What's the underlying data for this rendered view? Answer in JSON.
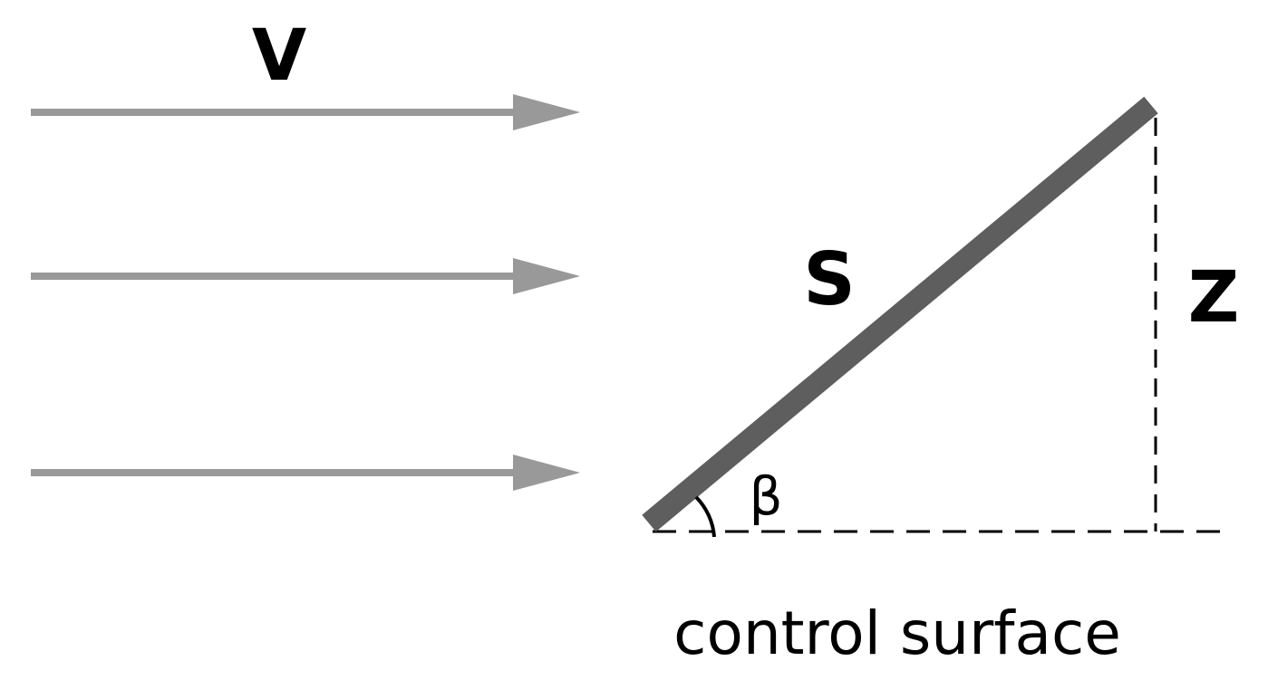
{
  "labels": {
    "velocity": "V",
    "surface_length": "S",
    "height": "Z",
    "angle": "β",
    "caption": "control surface"
  },
  "colors": {
    "arrow": "#999999",
    "surface": "#5e5e5e",
    "dashed_line": "#000000",
    "text": "#000000",
    "background": "#ffffff"
  }
}
